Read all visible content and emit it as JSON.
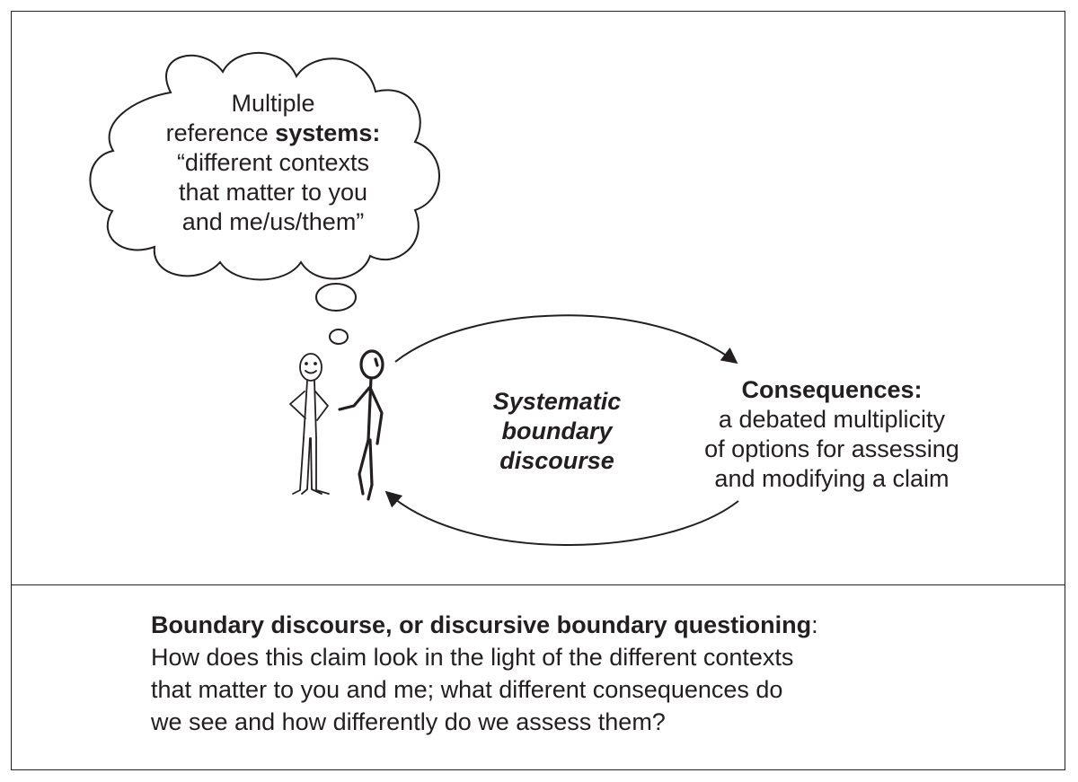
{
  "cloud": {
    "line1": "Multiple",
    "line2_pre": "reference ",
    "line2_bold": "systems:",
    "line3": "“different contexts",
    "line4": "that matter to you",
    "line5": "and me/us/them”"
  },
  "center": {
    "line1": "Systematic",
    "line2": "boundary",
    "line3": "discourse"
  },
  "consequences": {
    "title": "Consequences:",
    "line1": "a debated multiplicity",
    "line2": "of options for assessing",
    "line3": "and modifying a claim"
  },
  "bottom": {
    "title": "Boundary discourse, or discursive boundary questioning",
    "colon": ":",
    "line1": "How does this claim look in the light of the different contexts",
    "line2": "that matter to you and me; what different consequences do",
    "line3": "we see and how differently do we assess them?"
  },
  "colors": {
    "ink": "#231f20",
    "background": "#ffffff"
  }
}
